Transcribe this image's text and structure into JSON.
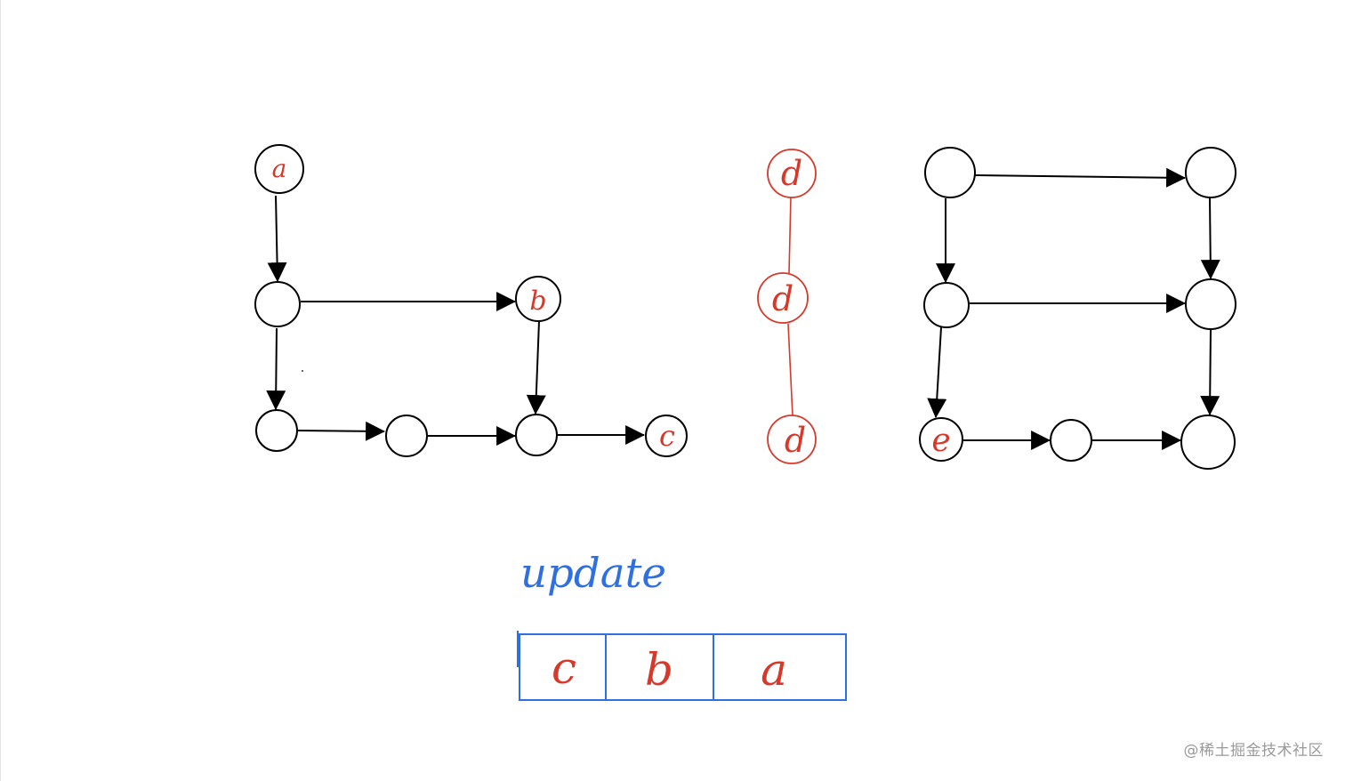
{
  "graph1": {
    "node_a": "a",
    "node_b": "b",
    "node_c": "c"
  },
  "graph2": {
    "node_top": "d",
    "node_middle": "d",
    "node_bottom": "d"
  },
  "graph3": {
    "node_e": "e"
  },
  "update_label": "update",
  "queue_cells": [
    "c",
    "b",
    "a"
  ],
  "watermark": "@稀土掘金技术社区",
  "colors": {
    "stroke": "#000000",
    "highlight": "#d7382a",
    "queue": "#2f6fe0"
  }
}
